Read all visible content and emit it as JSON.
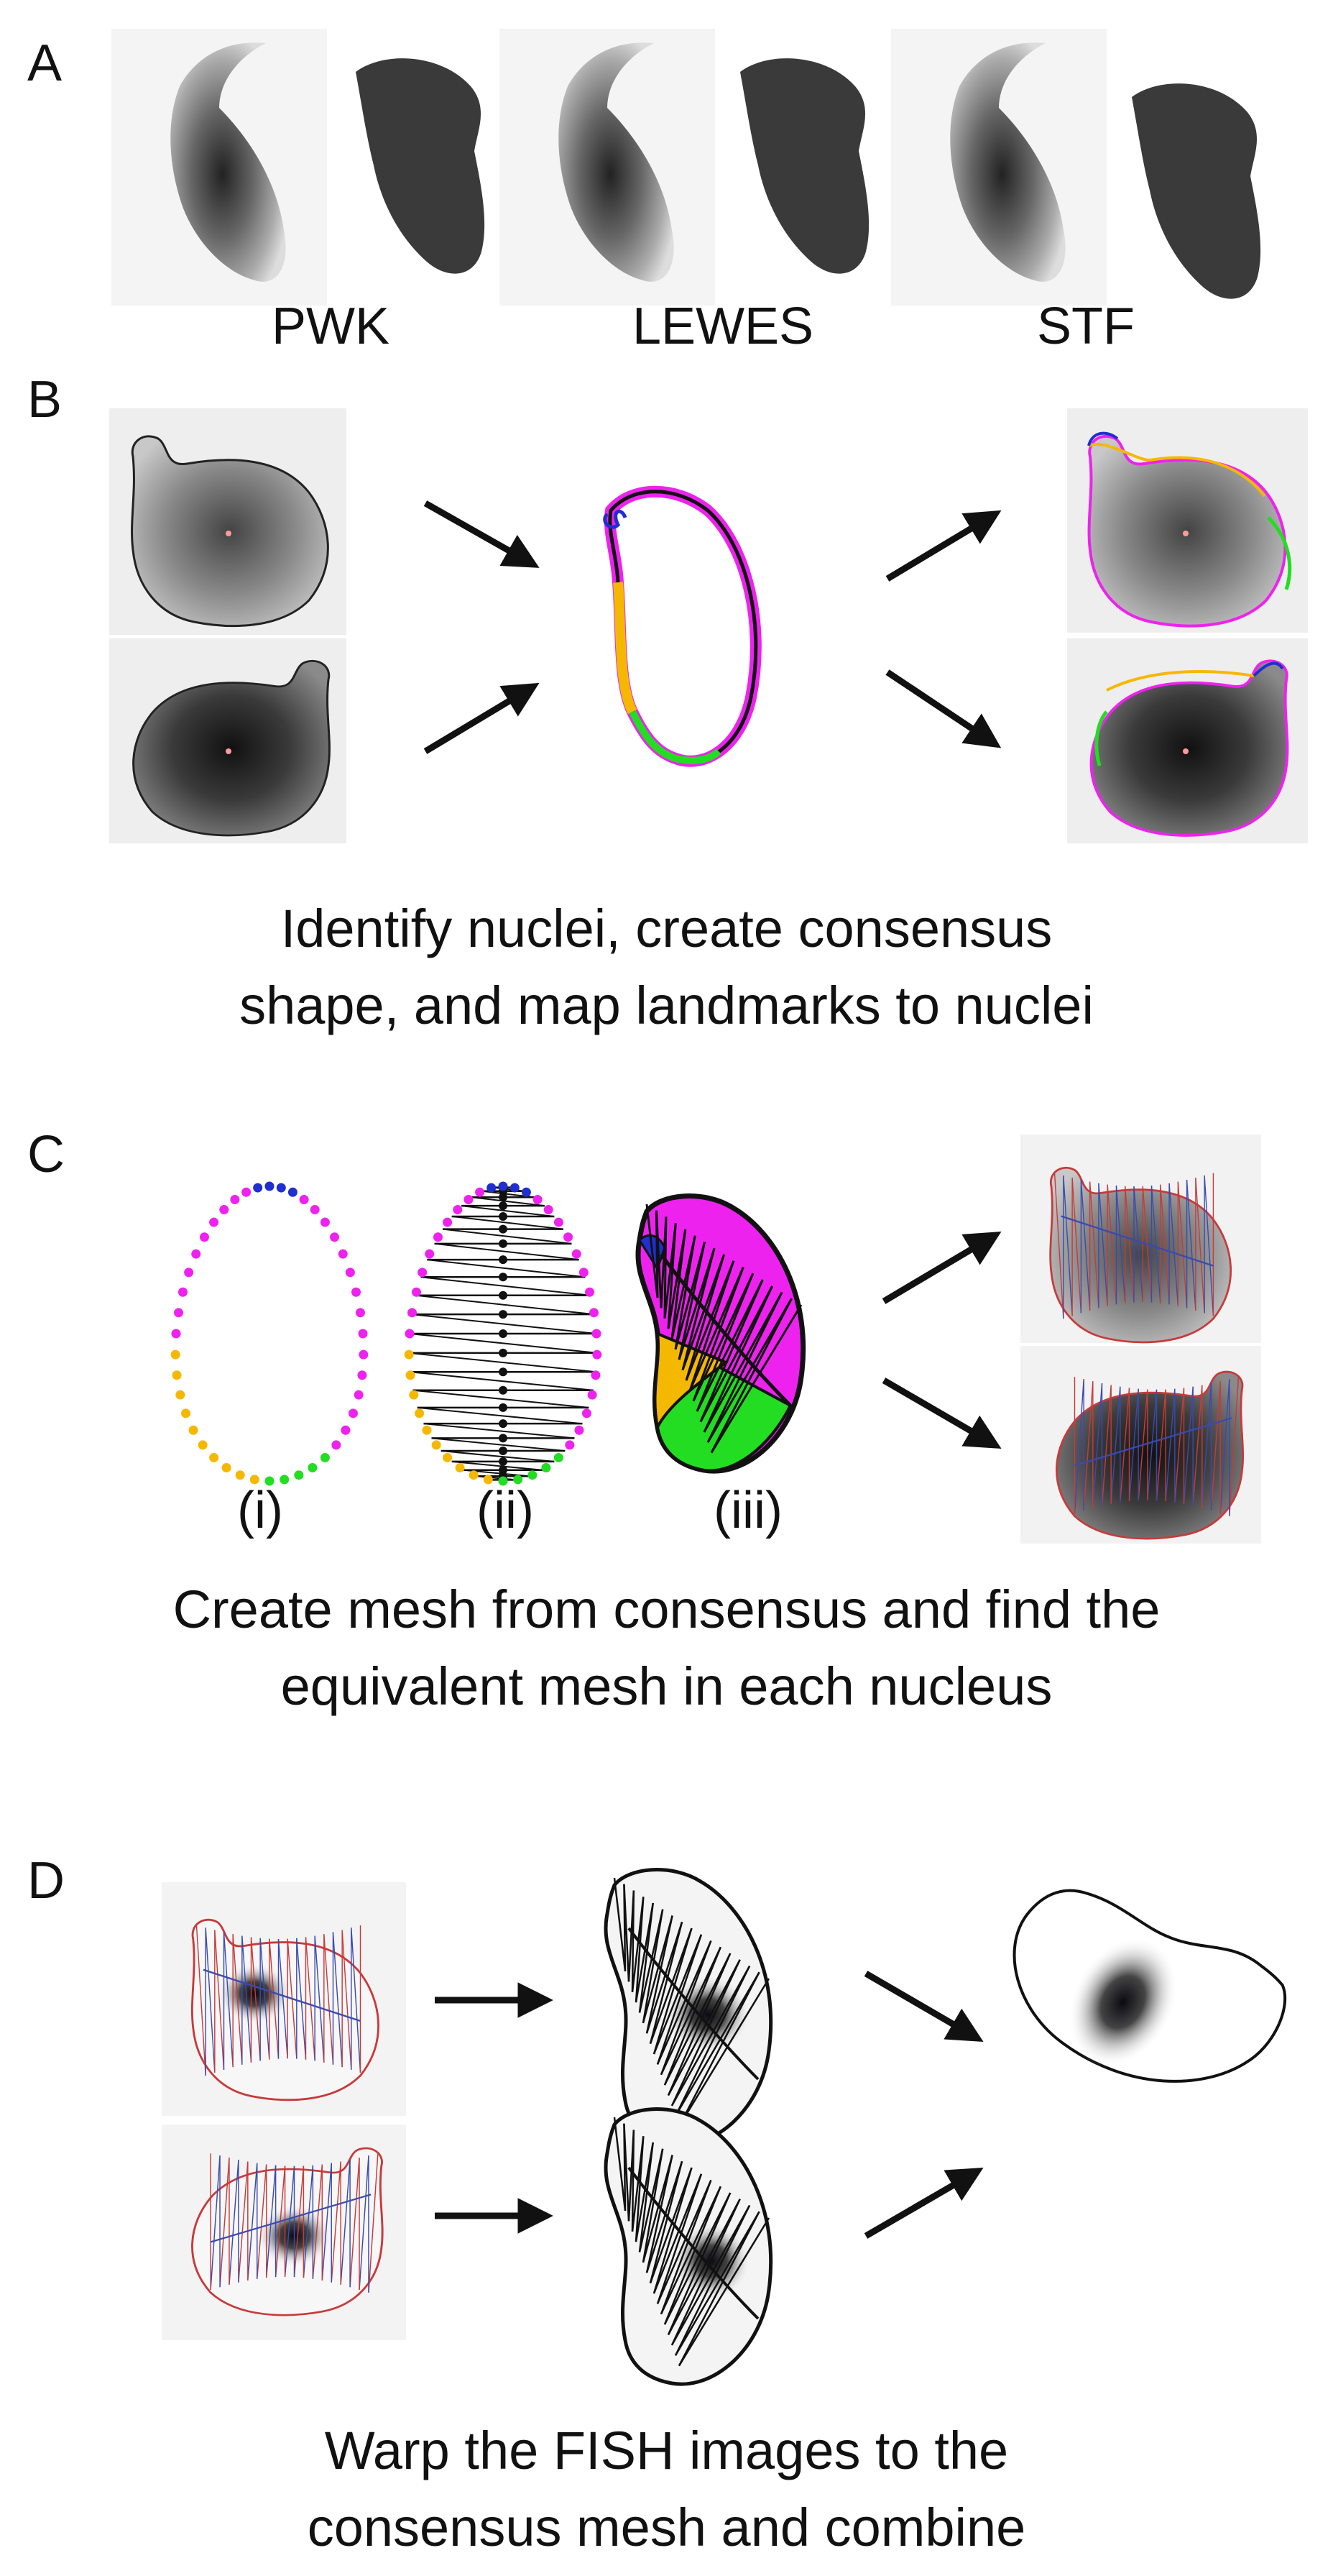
{
  "panels": {
    "a": {
      "label": "A",
      "strains": [
        "PWK",
        "LEWES",
        "STF"
      ]
    },
    "b": {
      "label": "B",
      "caption": [
        "Identify nuclei, create consensus",
        "shape, and map landmarks to nuclei"
      ]
    },
    "c": {
      "label": "C",
      "steps": [
        "(i)",
        "(ii)",
        "(iii)"
      ],
      "caption": [
        "Create mesh from consensus and find the",
        "equivalent mesh in each nucleus"
      ]
    },
    "d": {
      "label": "D",
      "caption": [
        "Warp the FISH images to the",
        "consensus mesh and combine"
      ]
    }
  },
  "colors": {
    "landmark_top": "#1f2fd0",
    "landmark_upper": "#f5b800",
    "landmark_lower": "#22dd22",
    "landmark_outer": "#ee22ee",
    "mesh_blue": "#3a4ab0",
    "mesh_red": "#c83a3a"
  }
}
